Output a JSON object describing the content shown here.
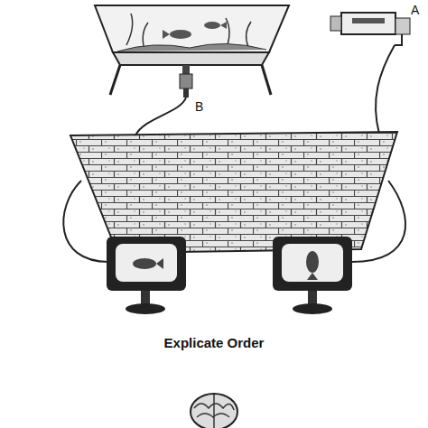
{
  "diagram": {
    "labels": [
      "A",
      "B",
      "Explicate Order"
    ]
  }
}
